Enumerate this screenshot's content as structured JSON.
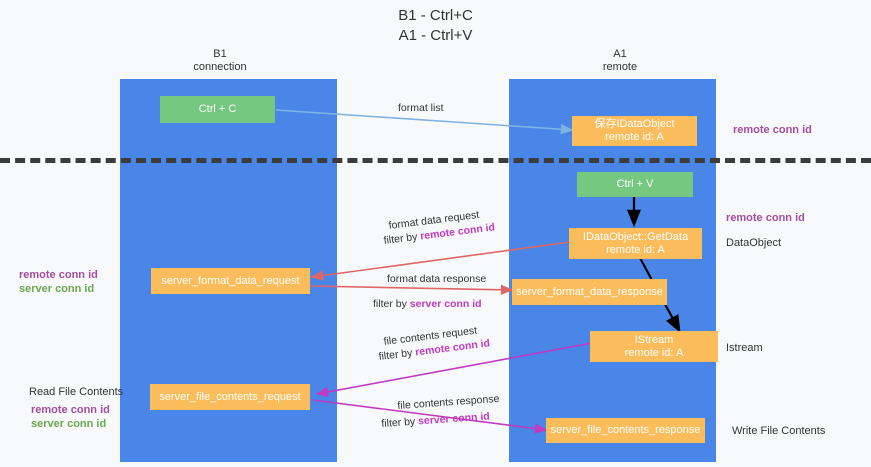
{
  "title": {
    "line1": "B1 - Ctrl+C",
    "line2": "A1 - Ctrl+V"
  },
  "lanes": [
    {
      "id": "b1",
      "name": "B1",
      "sub": "connection"
    },
    {
      "id": "a1",
      "name": "A1",
      "sub": "remote"
    }
  ],
  "nodes": {
    "ctrl_c": "Ctrl + C",
    "save_idataobject_l1": "保存IDataObject",
    "save_idataobject_l2": "remote id: A",
    "ctrl_v": "Ctrl + V",
    "getdata_l1": "IDataObject::GetData",
    "getdata_l2": "remote id: A",
    "server_format_data_request": "server_format_data_request",
    "server_format_data_response": "server_format_data_response",
    "istream_l1": "IStream",
    "istream_l2": "remote id: A",
    "server_file_contents_request": "server_file_contents_request",
    "server_file_contents_response": "server_file_contents_response"
  },
  "edges": {
    "format_list": "format list",
    "format_data_request": "format data request",
    "format_data_request_filter_prefix": "filter by ",
    "format_data_request_filter_id": "remote conn id",
    "format_data_response": "format data response",
    "format_data_response_filter_prefix": "filter by ",
    "format_data_response_filter_id": "server conn id",
    "file_contents_request": "file contents request",
    "file_contents_request_filter_prefix": "filter by ",
    "file_contents_request_filter_id": "remote conn id",
    "file_contents_response": "file contents response",
    "file_contents_response_filter_prefix": "filter by ",
    "file_contents_response_filter_id": "server conn id"
  },
  "annotations": {
    "right_remote_conn_id_top": "remote conn id",
    "right_remote_conn_id_mid": "remote conn id",
    "right_dataobject": "DataObject",
    "right_istream": "Istream",
    "right_write_file_contents": "Write File Contents",
    "left_remote_conn_id_mid": "remote conn id",
    "left_server_conn_id_mid": "server conn id",
    "left_read_file_contents": "Read File Contents",
    "left_remote_conn_id_bot": "remote conn id",
    "left_server_conn_id_bot": "server conn id"
  },
  "colors": {
    "lane": "#4a86e8",
    "node_orange": "#fbbc5c",
    "node_green": "#76c77f",
    "arrow_blue": "#7fb2e5",
    "arrow_red": "#e06666",
    "arrow_magenta": "#c13ac1",
    "arrow_black": "#000000",
    "id_purple": "#a64d9e",
    "id_green": "#6aa84f",
    "background": "#f8f9fa",
    "divider": "#3c3c3c"
  }
}
